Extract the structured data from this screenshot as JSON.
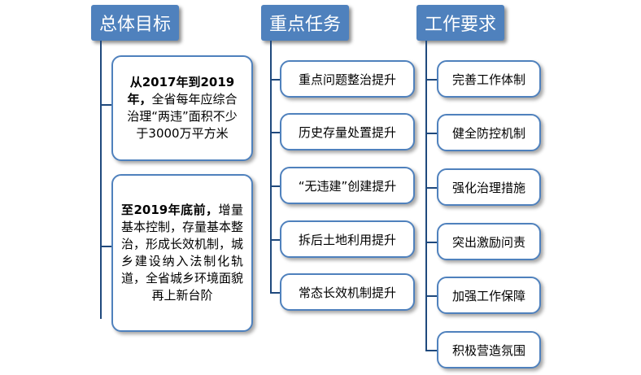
{
  "columns": {
    "goals": {
      "title": "总体目标",
      "items": [
        {
          "bold": "从2017年到2019年，",
          "text": "全省每年应综合治理“两违”面积不少于3000万平方米"
        },
        {
          "bold": "至2019年底前，",
          "text": "增量基本控制，存量基本整治，形成长效机制，城乡建设纳入法制化轨道，全省城乡环境面貌再上新台阶"
        }
      ]
    },
    "tasks": {
      "title": "重点任务",
      "items": [
        "重点问题整治提升",
        "历史存量处置提升",
        "“无违建”创建提升",
        "拆后土地利用提升",
        "常态长效机制提升"
      ]
    },
    "requirements": {
      "title": "工作要求",
      "items": [
        "完善工作体制",
        "健全防控机制",
        "强化治理措施",
        "突出激励问责",
        "加强工作保障",
        "积极营造氛围"
      ]
    }
  },
  "colors": {
    "header_bg": "#4f81bd",
    "border": "#4f81bd",
    "connector": "#1f497d"
  }
}
